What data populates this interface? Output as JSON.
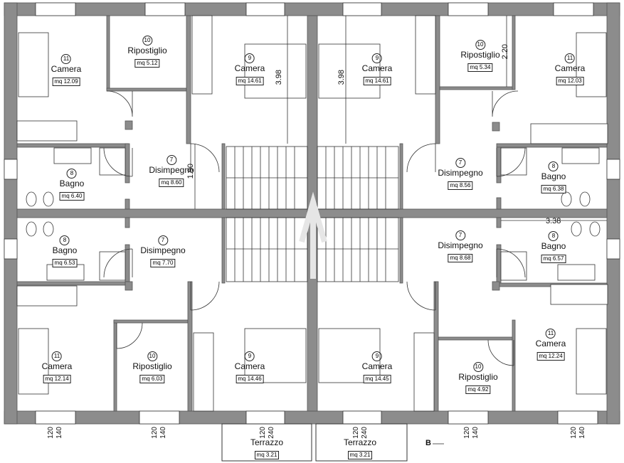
{
  "rooms": [
    {
      "num": "11",
      "name": "Camera",
      "area": "mq 12.09"
    },
    {
      "num": "10",
      "name": "Ripostiglio",
      "area": "mq 5.12"
    },
    {
      "num": "9",
      "name": "Camera",
      "area": "mq 14.61"
    },
    {
      "num": "9",
      "name": "Camera",
      "area": "mq 14.61"
    },
    {
      "num": "10",
      "name": "Ripostiglio",
      "area": "mq 5.34"
    },
    {
      "num": "11",
      "name": "Camera",
      "area": "mq 12.03"
    },
    {
      "num": "8",
      "name": "Bagno",
      "area": "mq 6.40"
    },
    {
      "num": "7",
      "name": "Disimpegno",
      "area": "mq 8.60"
    },
    {
      "num": "7",
      "name": "Disimpegno",
      "area": "mq 8.56"
    },
    {
      "num": "8",
      "name": "Bagno",
      "area": "mq 6.38"
    },
    {
      "num": "8",
      "name": "Bagno",
      "area": "mq 6.53"
    },
    {
      "num": "7",
      "name": "Disimpegno",
      "area": "mq 7.70"
    },
    {
      "num": "7",
      "name": "Disimpegno",
      "area": "mq 8.68"
    },
    {
      "num": "8",
      "name": "Bagno",
      "area": "mq 6.57"
    },
    {
      "num": "11",
      "name": "Camera",
      "area": "mq 12.14"
    },
    {
      "num": "10",
      "name": "Ripostiglio",
      "area": "mq 6.03"
    },
    {
      "num": "9",
      "name": "Camera",
      "area": "mq 14.46"
    },
    {
      "num": "9",
      "name": "Camera",
      "area": "mq 14.45"
    },
    {
      "num": "11",
      "name": "Camera",
      "area": "mq 12.24"
    },
    {
      "num": "10",
      "name": "Ripostiglio",
      "area": "mq 4.92"
    }
  ],
  "terraces": [
    {
      "name": "Terrazzo",
      "area": "mq 3.21"
    },
    {
      "name": "Terrazzo",
      "area": "mq 3.21"
    }
  ],
  "dimensions": {
    "d_398_a": "3.98",
    "d_398_b": "3.98",
    "d_220": "2.20",
    "d_190": "1.90",
    "d_338": "3.38"
  },
  "window_labels": [
    {
      "top": "120",
      "bottom": "140"
    },
    {
      "top": "120",
      "bottom": "140"
    },
    {
      "top": "120",
      "bottom": "240"
    },
    {
      "top": "120",
      "bottom": "240"
    },
    {
      "top": "120",
      "bottom": "140"
    },
    {
      "top": "120",
      "bottom": "140"
    }
  ],
  "section_marker": "B",
  "colors": {
    "wall": "#8c8c8c",
    "line": "#333333",
    "background": "#ffffff"
  }
}
